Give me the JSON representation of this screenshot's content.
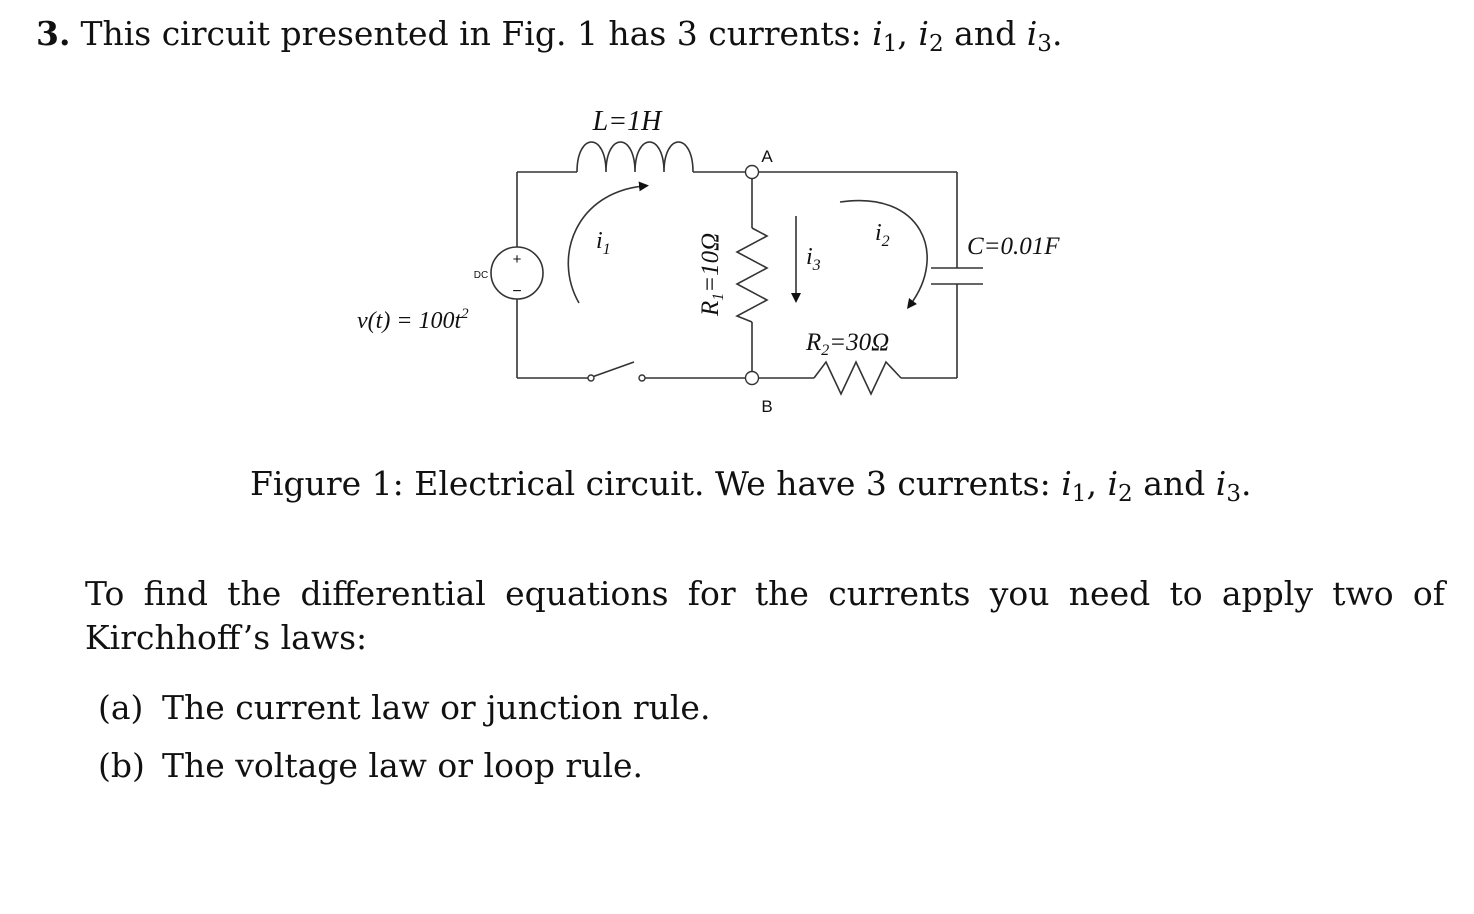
{
  "problem": {
    "number": "3.",
    "text_before": "This circuit presented in Fig. 1 has 3 currents: ",
    "currents": [
      {
        "symbol": "i",
        "sub": "1",
        "sep": ", "
      },
      {
        "symbol": "i",
        "sub": "2",
        "sep": " and "
      },
      {
        "symbol": "i",
        "sub": "3",
        "sep": "."
      }
    ]
  },
  "circuit": {
    "inductor_label": "L=1H",
    "node_a": "A",
    "node_b": "B",
    "source_dc": "DC",
    "source_plus": "+",
    "source_minus": "−",
    "source_label": "v(t) = 100t",
    "source_label_sup": "2",
    "resistor1_label": "R",
    "resistor1_sub": "1",
    "resistor1_value": "=10Ω",
    "resistor2_label": "R",
    "resistor2_sub": "2",
    "resistor2_value": "=30Ω",
    "capacitor_label": "C=0.01F",
    "current1_symbol": "i",
    "current1_sub": "1",
    "current2_symbol": "i",
    "current2_sub": "2",
    "current3_symbol": "i",
    "current3_sub": "3"
  },
  "figure": {
    "caption_text": "Figure 1: Electrical circuit. We have 3 currents: ",
    "currents": [
      {
        "symbol": "i",
        "sub": "1",
        "sep": ", "
      },
      {
        "symbol": "i",
        "sub": "2",
        "sep": " and "
      },
      {
        "symbol": "i",
        "sub": "3",
        "sep": "."
      }
    ]
  },
  "paragraph": "To find the differential equations for the currents you need to apply two of Kirchhoff’s laws:",
  "laws": [
    {
      "marker": "(a)",
      "text": "The current law or junction rule."
    },
    {
      "marker": "(b)",
      "text": "The voltage law or loop rule."
    }
  ]
}
